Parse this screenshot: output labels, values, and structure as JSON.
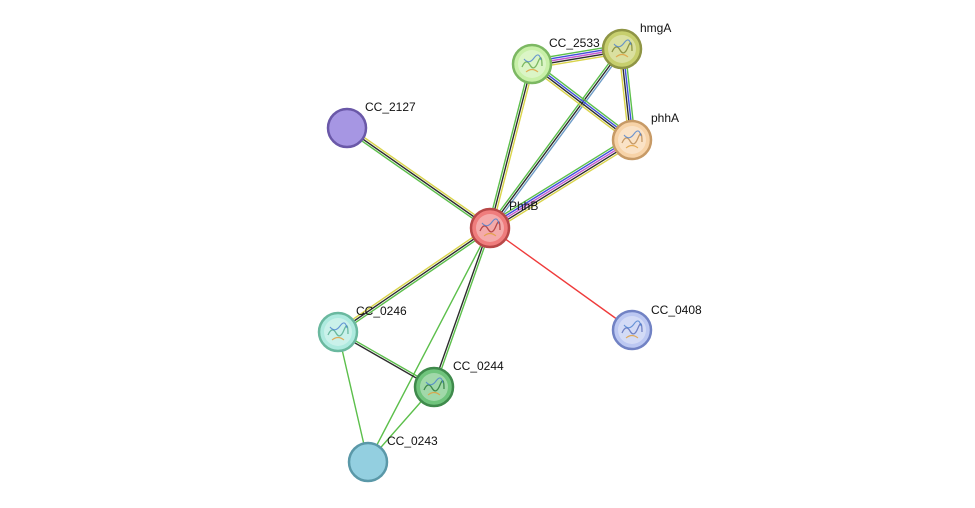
{
  "network": {
    "nodes": [
      {
        "id": "PhhB",
        "label": "PhhB",
        "color": "#ef7d7d",
        "stroke": "#b84848",
        "has_structure": true
      },
      {
        "id": "CC_2533",
        "label": "CC_2533",
        "color": "#c8f0a8",
        "stroke": "#7cb862",
        "has_structure": true
      },
      {
        "id": "hmgA",
        "label": "hmgA",
        "color": "#c7cf6e",
        "stroke": "#8f9545",
        "has_structure": true
      },
      {
        "id": "phhA",
        "label": "phhA",
        "color": "#f7d3a8",
        "stroke": "#c79a66",
        "has_structure": true
      },
      {
        "id": "CC_2127",
        "label": "CC_2127",
        "color": "#a696e3",
        "stroke": "#6a58a8",
        "has_structure": false
      },
      {
        "id": "CC_0246",
        "label": "CC_0246",
        "color": "#aeeadf",
        "stroke": "#6ab89f",
        "has_structure": true
      },
      {
        "id": "CC_0244",
        "label": "CC_0244",
        "color": "#6fc47c",
        "stroke": "#3f8a4c",
        "has_structure": true
      },
      {
        "id": "CC_0243",
        "label": "CC_0243",
        "color": "#93cfe0",
        "stroke": "#5a98a8",
        "has_structure": false
      },
      {
        "id": "CC_0408",
        "label": "CC_0408",
        "color": "#bcc8f2",
        "stroke": "#7182c4",
        "has_structure": true
      }
    ],
    "edges": [
      {
        "source": "PhhB",
        "target": "CC_2127",
        "colors": [
          "#5cbf4b",
          "#2d2d2d",
          "#d9d44a"
        ]
      },
      {
        "source": "PhhB",
        "target": "CC_2533",
        "colors": [
          "#5cbf4b",
          "#2d2d2d",
          "#d9d44a"
        ]
      },
      {
        "source": "PhhB",
        "target": "hmgA",
        "colors": [
          "#5cbf4b",
          "#2d2d2d",
          "#6e9cc7"
        ]
      },
      {
        "source": "PhhB",
        "target": "phhA",
        "colors": [
          "#5cbf4b",
          "#3f4fd9",
          "#c45bd0",
          "#2d2d2d",
          "#d9d44a"
        ]
      },
      {
        "source": "PhhB",
        "target": "CC_0408",
        "colors": [
          "#ef3b3b"
        ]
      },
      {
        "source": "PhhB",
        "target": "CC_0246",
        "colors": [
          "#5cbf4b",
          "#2d2d2d",
          "#d9d44a"
        ]
      },
      {
        "source": "PhhB",
        "target": "CC_0244",
        "colors": [
          "#5cbf4b",
          "#2d2d2d"
        ]
      },
      {
        "source": "PhhB",
        "target": "CC_0243",
        "colors": [
          "#5cbf4b"
        ]
      },
      {
        "source": "CC_2533",
        "target": "hmgA",
        "colors": [
          "#5cbf4b",
          "#3f4fd9",
          "#c45bd0",
          "#2d2d2d",
          "#d9d44a"
        ]
      },
      {
        "source": "CC_2533",
        "target": "phhA",
        "colors": [
          "#5cbf4b",
          "#3f4fd9",
          "#2d2d2d",
          "#d9d44a"
        ]
      },
      {
        "source": "hmgA",
        "target": "phhA",
        "colors": [
          "#5cbf4b",
          "#3f4fd9",
          "#2d2d2d",
          "#d9d44a"
        ]
      },
      {
        "source": "CC_0246",
        "target": "CC_0244",
        "colors": [
          "#5cbf4b",
          "#2d2d2d"
        ]
      },
      {
        "source": "CC_0246",
        "target": "CC_0243",
        "colors": [
          "#5cbf4b"
        ]
      },
      {
        "source": "CC_0244",
        "target": "CC_0243",
        "colors": [
          "#5cbf4b"
        ]
      }
    ]
  }
}
